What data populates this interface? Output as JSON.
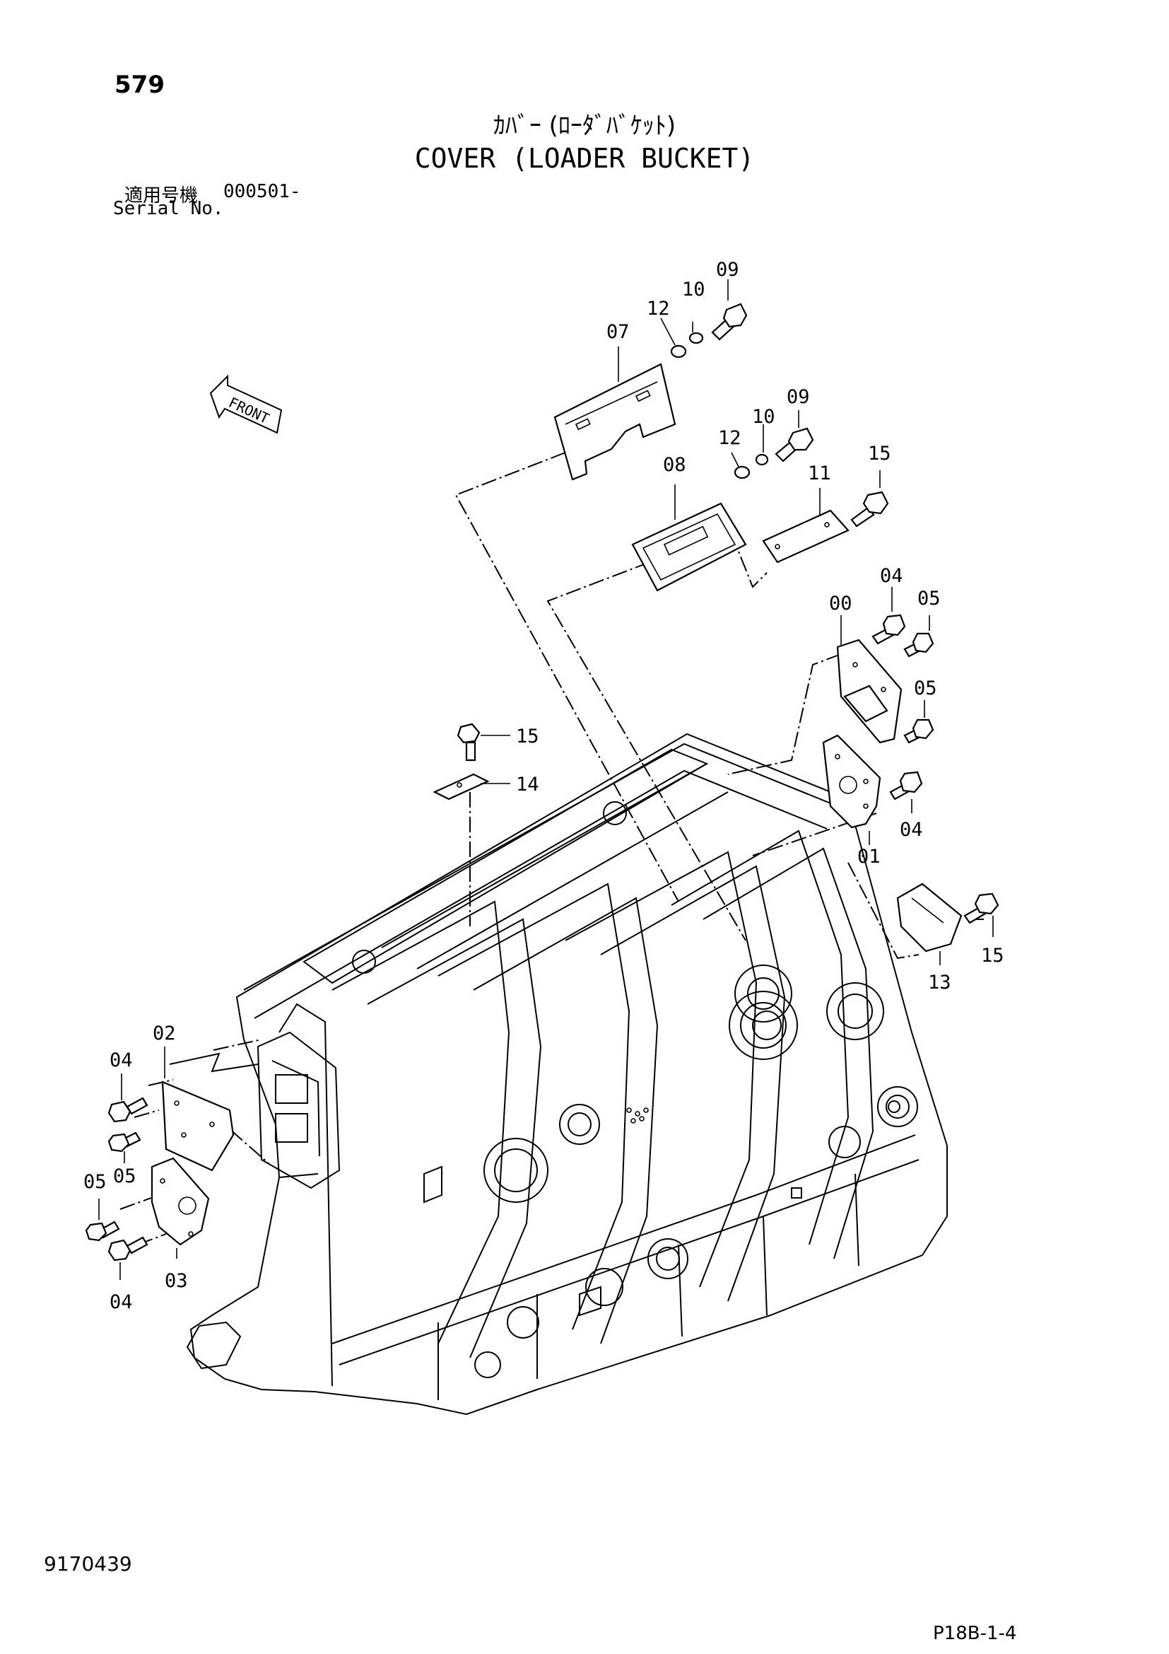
{
  "header": {
    "page_number": "579",
    "title_jp": "ｶﾊﾞｰ (ﾛｰﾀﾞﾊﾞｹｯﾄ)",
    "title_en": "COVER (LOADER BUCKET)",
    "serial_label_jp": "適用号機",
    "serial_range": "000501-",
    "serial_label_en": "Serial No."
  },
  "diagram": {
    "front_arrow_label": "FRONT",
    "callouts": [
      {
        "id": "c-09-a",
        "label": "09"
      },
      {
        "id": "c-10-a",
        "label": "10"
      },
      {
        "id": "c-12-a",
        "label": "12"
      },
      {
        "id": "c-07",
        "label": "07"
      },
      {
        "id": "c-09-b",
        "label": "09"
      },
      {
        "id": "c-10-b",
        "label": "10"
      },
      {
        "id": "c-12-b",
        "label": "12"
      },
      {
        "id": "c-08",
        "label": "08"
      },
      {
        "id": "c-11",
        "label": "11"
      },
      {
        "id": "c-15-a",
        "label": "15"
      },
      {
        "id": "c-04-a",
        "label": "04"
      },
      {
        "id": "c-00",
        "label": "00"
      },
      {
        "id": "c-05-a",
        "label": "05"
      },
      {
        "id": "c-05-b",
        "label": "05"
      },
      {
        "id": "c-04-b",
        "label": "04"
      },
      {
        "id": "c-01",
        "label": "01"
      },
      {
        "id": "c-15-b",
        "label": "15"
      },
      {
        "id": "c-14",
        "label": "14"
      },
      {
        "id": "c-15-c",
        "label": "15"
      },
      {
        "id": "c-13",
        "label": "13"
      },
      {
        "id": "c-02",
        "label": "02"
      },
      {
        "id": "c-04-c",
        "label": "04"
      },
      {
        "id": "c-05-c",
        "label": "05"
      },
      {
        "id": "c-05-d",
        "label": "05"
      },
      {
        "id": "c-03",
        "label": "03"
      },
      {
        "id": "c-04-d",
        "label": "04"
      }
    ]
  },
  "footer": {
    "drawing_id": "9170439",
    "page_code": "P18B-1-4"
  }
}
